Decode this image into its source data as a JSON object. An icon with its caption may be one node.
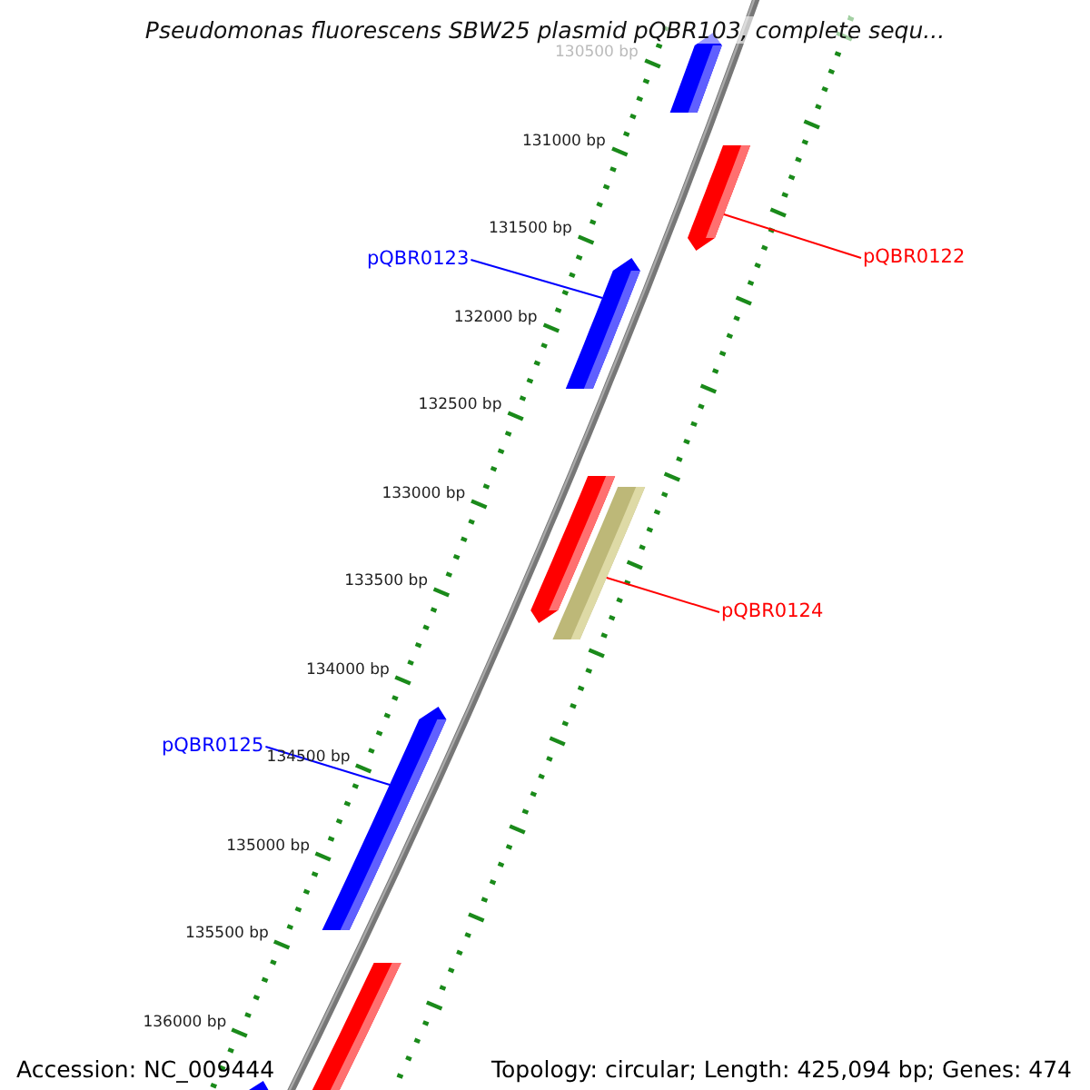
{
  "diagram": {
    "title": "Pseudomonas fluorescens SBW25 plasmid pQBR103, complete sequ...",
    "nodes": [
      {
        "text": [
          "pQBR0123"
        ]
      },
      {
        "text": [
          "pQBR0122"
        ]
      },
      {
        "text": [
          "pQBR0124"
        ]
      },
      {
        "text": [
          "pQBR0125"
        ]
      },
      {
        "text": [],
        "shape": "bar"
      },
      {
        "text": [],
        "shape": "bar"
      },
      {
        "text": [],
        "shape": "bar"
      },
      {
        "text": [],
        "shape": "bar"
      },
      {
        "text": [],
        "shape": "bar"
      },
      {
        "text": [],
        "shape": "bar"
      },
      {
        "text": [],
        "shape": "bar"
      },
      {
        "text": [],
        "shape": "bar"
      }
    ],
    "edges": [
      {
        "from": 0,
        "to": 6,
        "arrow": "none",
        "color": "#0000ff"
      },
      {
        "from": 1,
        "to": 5,
        "arrow": "none",
        "color": "#ff0000"
      },
      {
        "from": 2,
        "to": 8,
        "arrow": "none",
        "color": "#ff0000"
      },
      {
        "from": 3,
        "to": 9,
        "arrow": "none",
        "color": "#0000ff"
      }
    ],
    "labels": [
      "130500 bp",
      "131000 bp",
      "131500 bp",
      "132000 bp",
      "132500 bp",
      "133000 bp",
      "133500 bp",
      "134000 bp",
      "134500 bp",
      "135000 bp",
      "135500 bp",
      "136000 bp",
      "Accession: NC_009444",
      "Topology: circular; Length: 425,094 bp; Genes: 474"
    ]
  }
}
